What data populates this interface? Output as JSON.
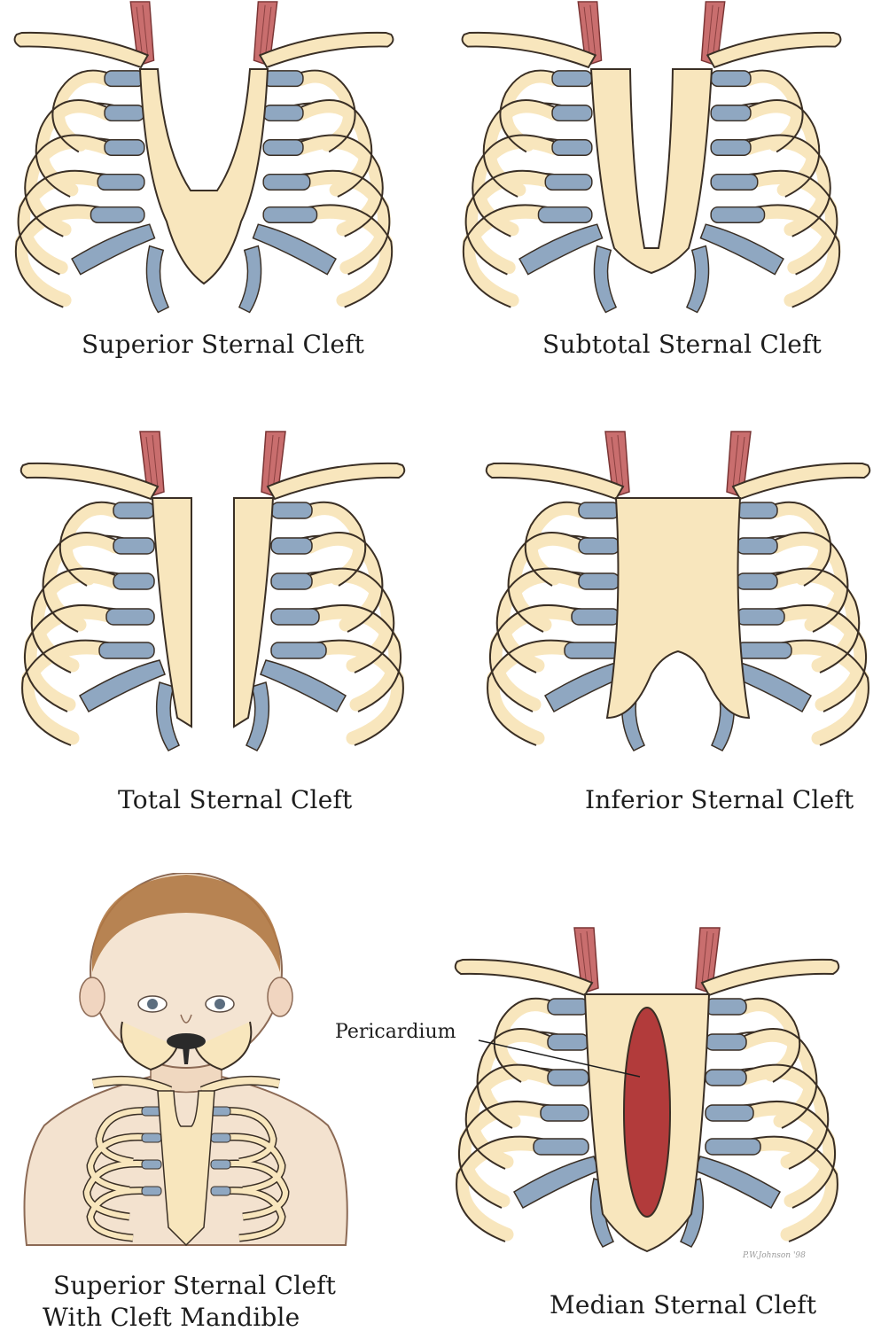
{
  "colors": {
    "bone": "#f8e6bd",
    "bone_outline": "#3a2f25",
    "cartilage": "#8fa7c1",
    "muscle": "#c96e6e",
    "pericardium": "#b23b3b",
    "skin": "#f3e2cf",
    "hair": "#b07844"
  },
  "panels": {
    "superior": {
      "caption": "Superior Sternal Cleft"
    },
    "subtotal": {
      "caption": "Subtotal Sternal Cleft"
    },
    "total": {
      "caption": "Total Sternal Cleft"
    },
    "inferior": {
      "caption": "Inferior Sternal Cleft"
    },
    "mandible": {
      "caption_line1": "Superior Sternal Cleft",
      "caption_line2": "With Cleft Mandible"
    },
    "median": {
      "caption": "Median Sternal Cleft",
      "annotation": "Pericardium",
      "signature": "P.W.Johnson '98"
    }
  }
}
